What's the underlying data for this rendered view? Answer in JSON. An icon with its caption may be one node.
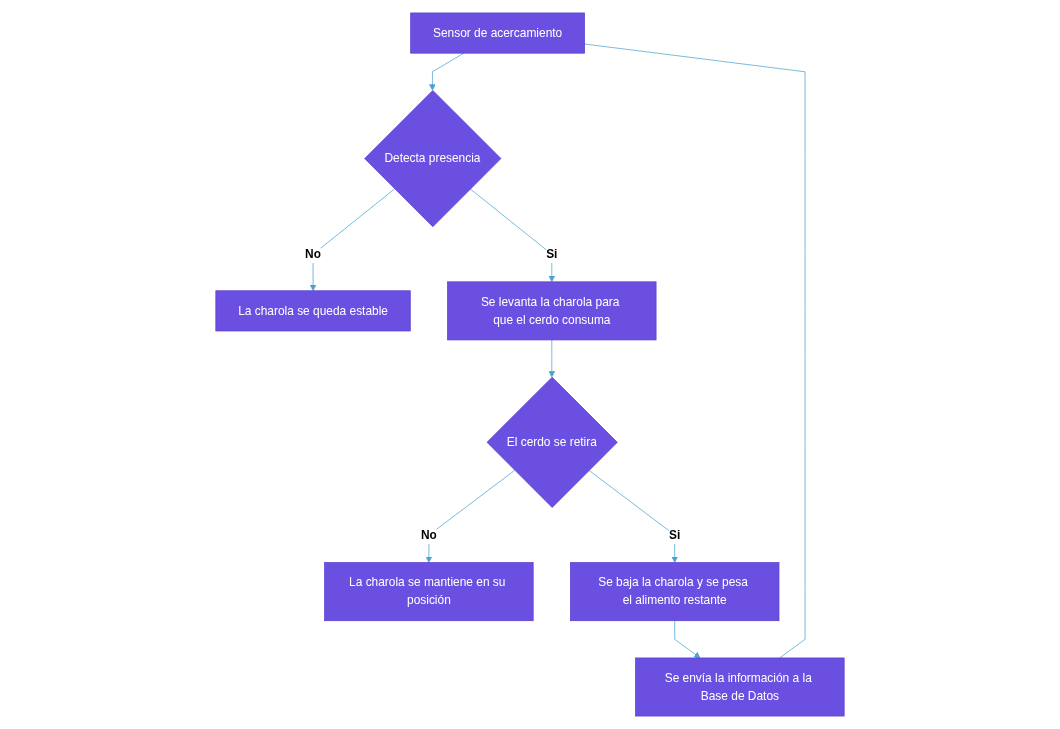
{
  "diagram": {
    "nodes": [
      {
        "text": [
          "Sensor de acercamiento"
        ]
      },
      {
        "text": [
          "Detecta presencia"
        ]
      },
      {
        "text": [
          "La charola se queda estable"
        ]
      },
      {
        "text": [
          "Se levanta la charola para que el cerdo consuma"
        ]
      },
      {
        "text": [
          "El cerdo se retira"
        ]
      },
      {
        "text": [
          "La charola se mantiene en su posición"
        ]
      },
      {
        "text": [
          "Se baja la charola y se pesa el alimento restante"
        ]
      },
      {
        "text": [
          "Se envía la información a la Base de Datos"
        ]
      }
    ],
    "edges": [
      {
        "from": 0,
        "to": 1,
        "arrow": "to"
      },
      {
        "from": 1,
        "to": 2,
        "label": "No",
        "arrow": "to"
      },
      {
        "from": 1,
        "to": 3,
        "label": "Si",
        "arrow": "to"
      },
      {
        "from": 3,
        "to": 4,
        "arrow": "to"
      },
      {
        "from": 4,
        "to": 5,
        "label": "No",
        "arrow": "to"
      },
      {
        "from": 4,
        "to": 6,
        "label": "Si",
        "arrow": "to"
      },
      {
        "from": 6,
        "to": 7,
        "arrow": "to"
      },
      {
        "from": 7,
        "to": 0,
        "arrow": "none"
      }
    ]
  }
}
